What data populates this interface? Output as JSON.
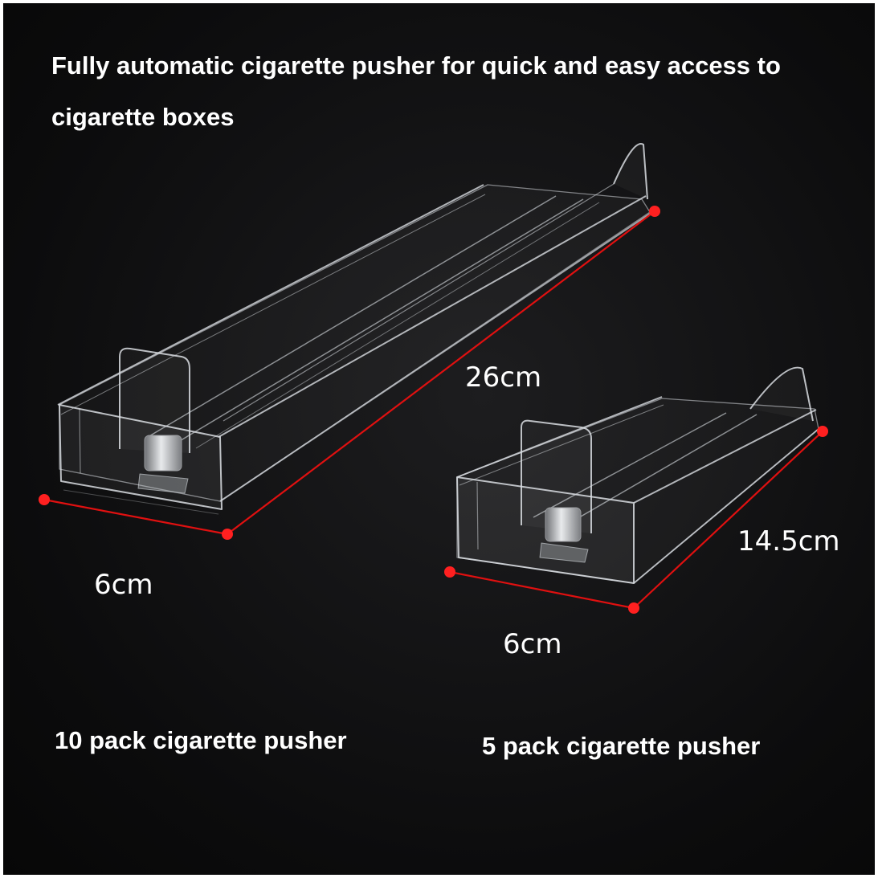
{
  "headline": "Fully automatic cigarette pusher for quick and easy access to cigarette boxes",
  "large_pusher": {
    "length_label": "26cm",
    "width_label": "6cm",
    "caption": "10 pack cigarette pusher"
  },
  "small_pusher": {
    "length_label": "14.5cm",
    "width_label": "6cm",
    "caption": "5 pack cigarette pusher"
  },
  "colors": {
    "background": "#0c0c0d",
    "text": "#ffffff",
    "dimension_line": "#e01010",
    "acrylic": "#d9dde2"
  }
}
